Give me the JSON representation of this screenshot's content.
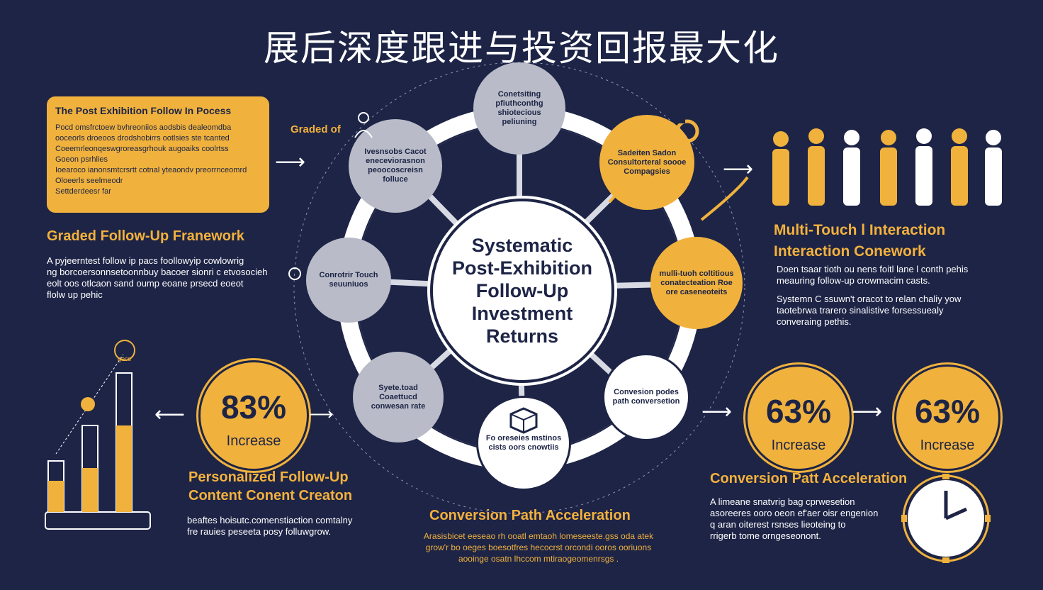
{
  "title": "展后深度跟进与投资回报最大化",
  "colors": {
    "background": "#1d2446",
    "accent": "#f0b23d",
    "grey": "#b9bcc8",
    "white": "#ffffff"
  },
  "left_panel": {
    "title": "The Post Exhibition Follow In Pocess",
    "lines": [
      "Pocd omsfrctoew bvhreoniios aodsbis dealeomdba",
      "ooceorls droeoos drodshobirrs ootlsies ste tcanted",
      "Coeemrleonqeswgroreasgrhouk augoaiks coolrtss",
      "Goeon psrhlies",
      "Ioearoco ianonsmtcrsrtt cotnal yteaondv preorrnceomrd",
      "Oloeerls seelmeodr",
      "Settderdeesr far"
    ]
  },
  "graded_label": "Graded of",
  "graded": {
    "title": "Graded Follow-Up Franework",
    "lines": [
      "A pyjeerntest follow ip pacs foollowyip cowlowrig",
      "ng borcoersonnsetoonnbuy bacoer sionri c etvosocieh",
      "eolt oos otlcaon sand oump eoane prsecd eoeot",
      "flolw up pehic"
    ]
  },
  "center": {
    "lines": [
      "Systematic",
      "Post-Exhibition",
      "Follow-Up",
      "Investment",
      "Returns"
    ]
  },
  "nodes": [
    {
      "id": "top",
      "text": "Conetsiting pfiuthconthg shiotecious peliuning"
    },
    {
      "id": "top-right",
      "text": "Sadeiten Sadon Consultorteral soooe Compagsies"
    },
    {
      "id": "right",
      "text": "mulli-tuoh coltitious conatecteation Roe ore caseneoteits"
    },
    {
      "id": "bottom-right",
      "text": "Convesion podes path conversetion"
    },
    {
      "id": "bottom",
      "text": "Fo oreseies mstinos cists oors cnowtiis"
    },
    {
      "id": "bottom-left",
      "text": "Syete.toad Coaettucd conwesan rate"
    },
    {
      "id": "left",
      "text": "Conrotrir Touch seuuniuos"
    },
    {
      "id": "top-left",
      "text": "Ivesnsobs Cacot eneceviorasnon peoocoscreisn folluce"
    }
  ],
  "stat_left": {
    "value": "83%",
    "label": "Increase"
  },
  "personalized": {
    "title_lines": [
      "Personalized Follow-Up",
      "Content  Conent Creaton"
    ],
    "lines": [
      "beaftes hoisutc.comenstiaction comtalny",
      "fre rauies peseeta posy folluwgrow."
    ]
  },
  "conversion_center": {
    "title": "Conversion Path Acceleration",
    "lines": [
      "Arasisbicet eeseao rh ooatl emtaoh lomeseeste.gss oda atek",
      "grow'r bo oeges boesotfres hecocrst orcondi ooros ooriuons",
      "aooinge osatn lhccom mtiraogeomenrsgs ."
    ]
  },
  "multi_touch": {
    "title_lines": [
      "Multi-Touch l Interaction",
      "Interaction Conework"
    ],
    "lines": [
      "Doen tsaar tioth ou nens foitl lane l conth pehis",
      "meauring follow-up crowmacim casts.",
      "",
      "Systemn C ssuwn't oracot to relan chaliy yow",
      "taotebrwa trarero sinalistive forsessuealy",
      "converaing pethis."
    ]
  },
  "stat_right_1": {
    "value": "63%",
    "label": "Increase"
  },
  "stat_right_2": {
    "value": "63%",
    "label": "Increase"
  },
  "conversion_right": {
    "title": "Conversion Patt Acceleration",
    "lines": [
      "A limeane snatvrig bag cprwesetion",
      "asoreeres ooro oeon ef'aer oisr engenion",
      "q aran oiterest rsnses lieoteing to",
      "rrigerb tome orngeseonont."
    ]
  },
  "small_labels": {
    "tower_badge": "gecs"
  }
}
